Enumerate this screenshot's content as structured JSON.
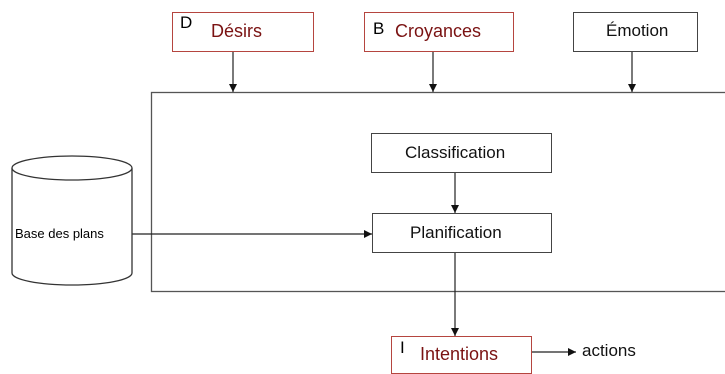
{
  "inputs": {
    "desires": {
      "letter": "D",
      "label": "Désirs"
    },
    "beliefs": {
      "letter": "B",
      "label": "Croyances"
    },
    "emotion": {
      "label": "Émotion"
    }
  },
  "process": {
    "classification": "Classification",
    "planning": "Planification"
  },
  "plan_base": "Base des plans",
  "output": {
    "letter": "I",
    "label": "Intentions"
  },
  "actions": "actions",
  "colors": {
    "bdi_label": "#7a1212",
    "bdi_border": "#b5453f",
    "line": "#444444"
  }
}
